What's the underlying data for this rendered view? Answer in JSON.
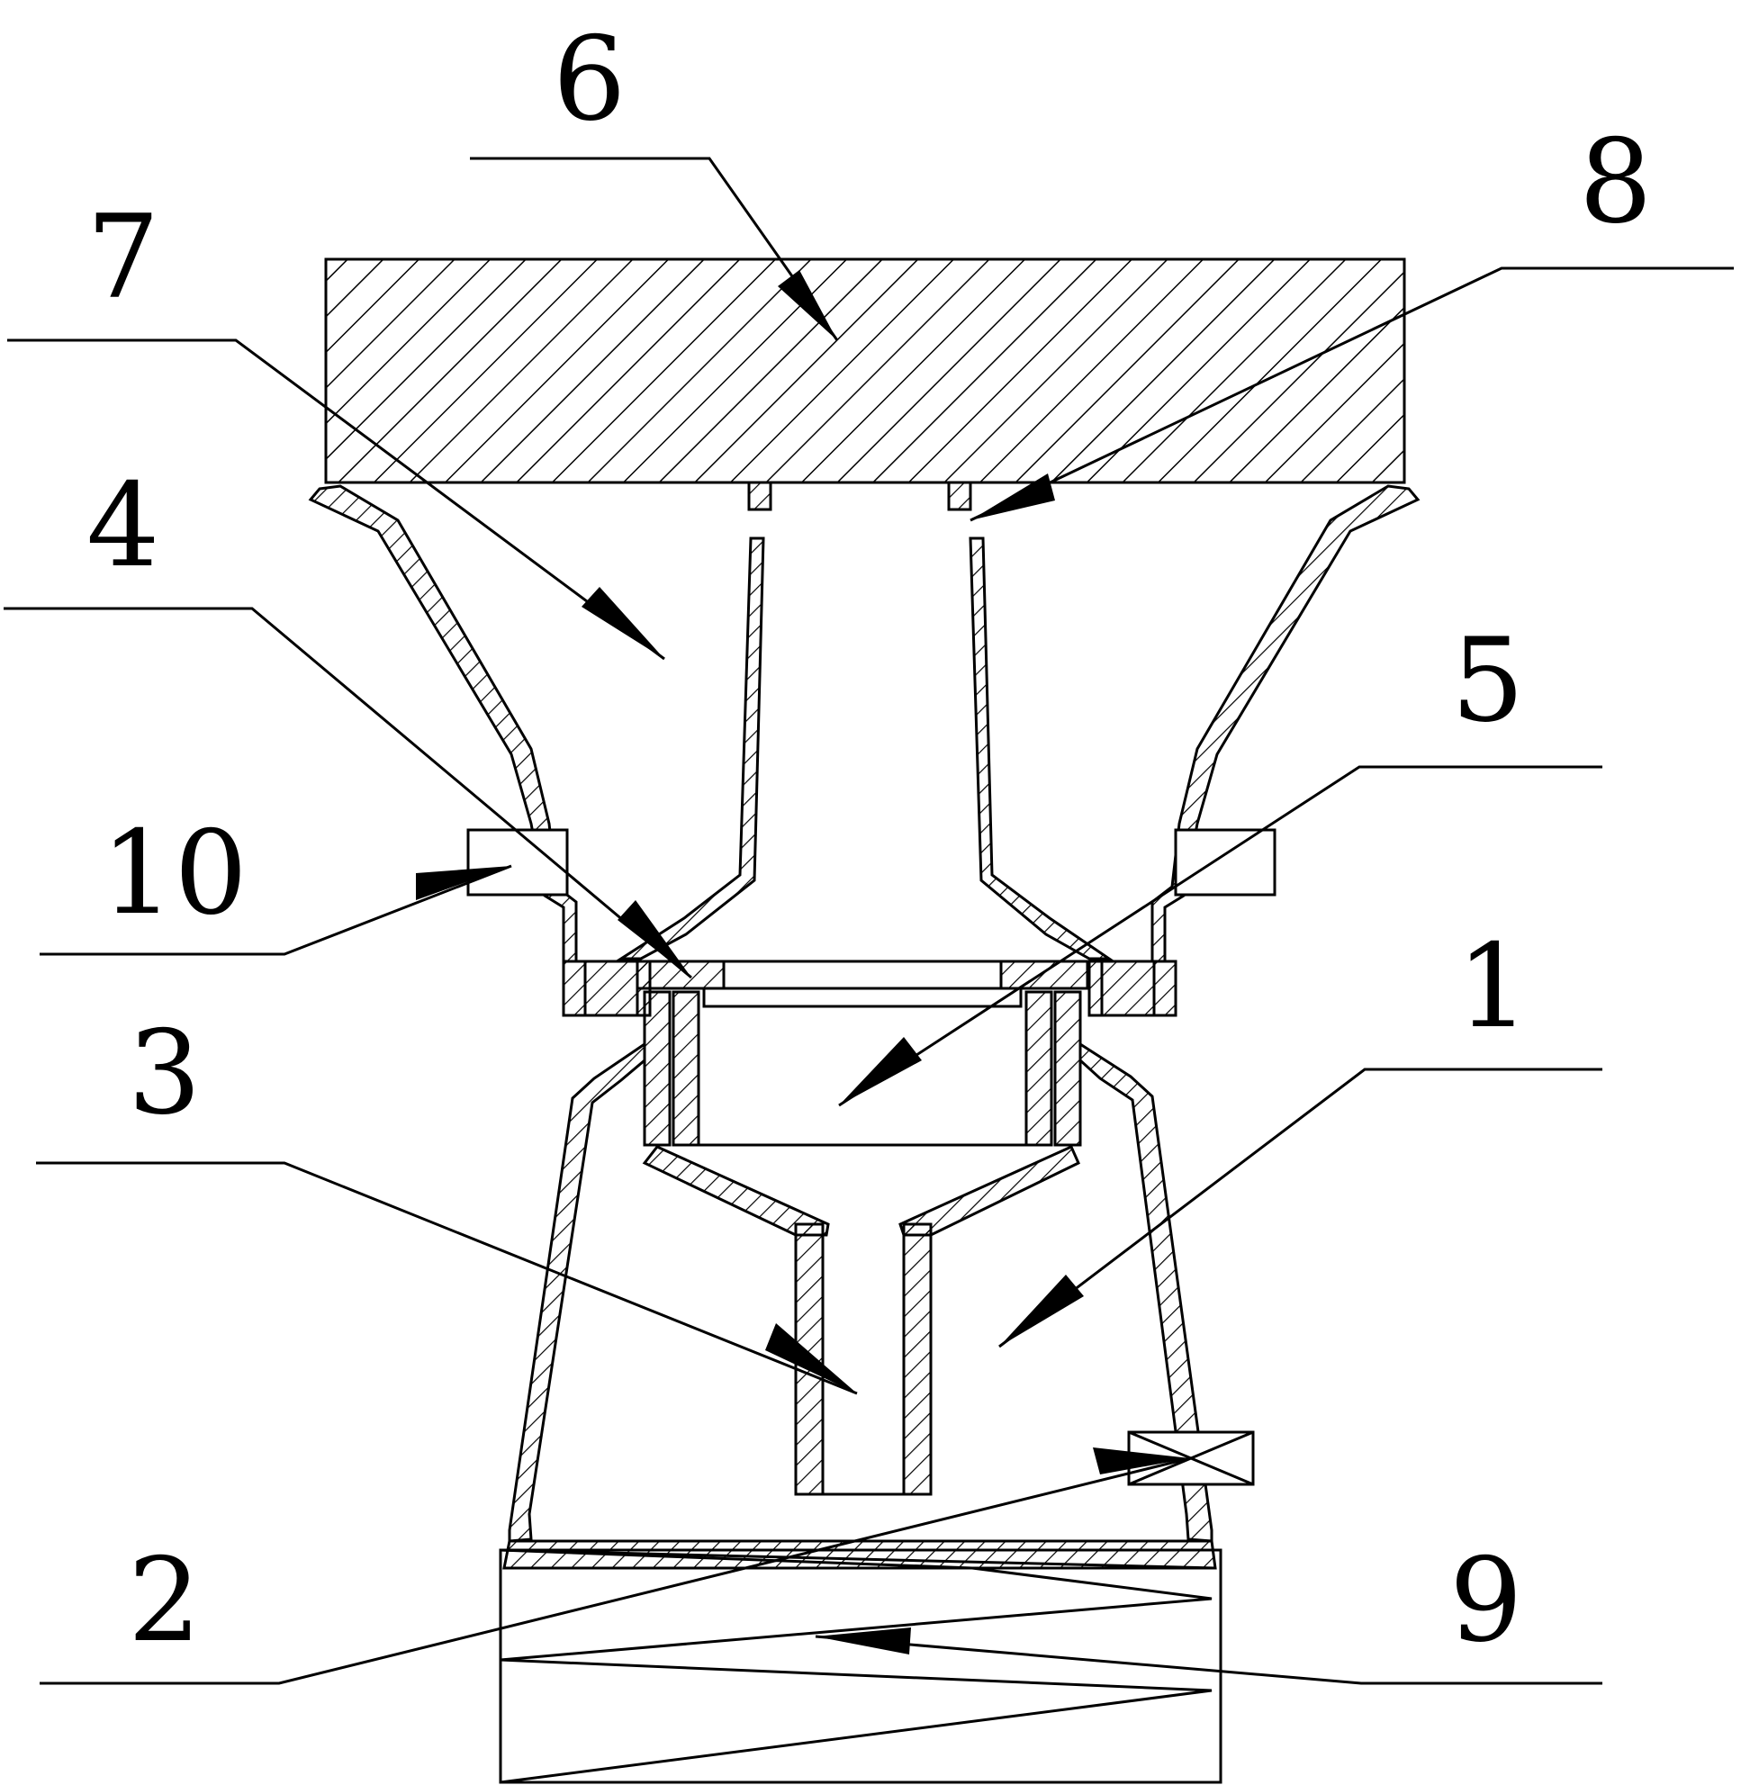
{
  "figure": {
    "labels": {
      "l1": "1",
      "l2": "2",
      "l3": "3",
      "l4": "4",
      "l5": "5",
      "l6": "6",
      "l7": "7",
      "l8": "8",
      "l9": "9",
      "l10": "10"
    },
    "line_color": "#000000",
    "background": "#ffffff"
  }
}
